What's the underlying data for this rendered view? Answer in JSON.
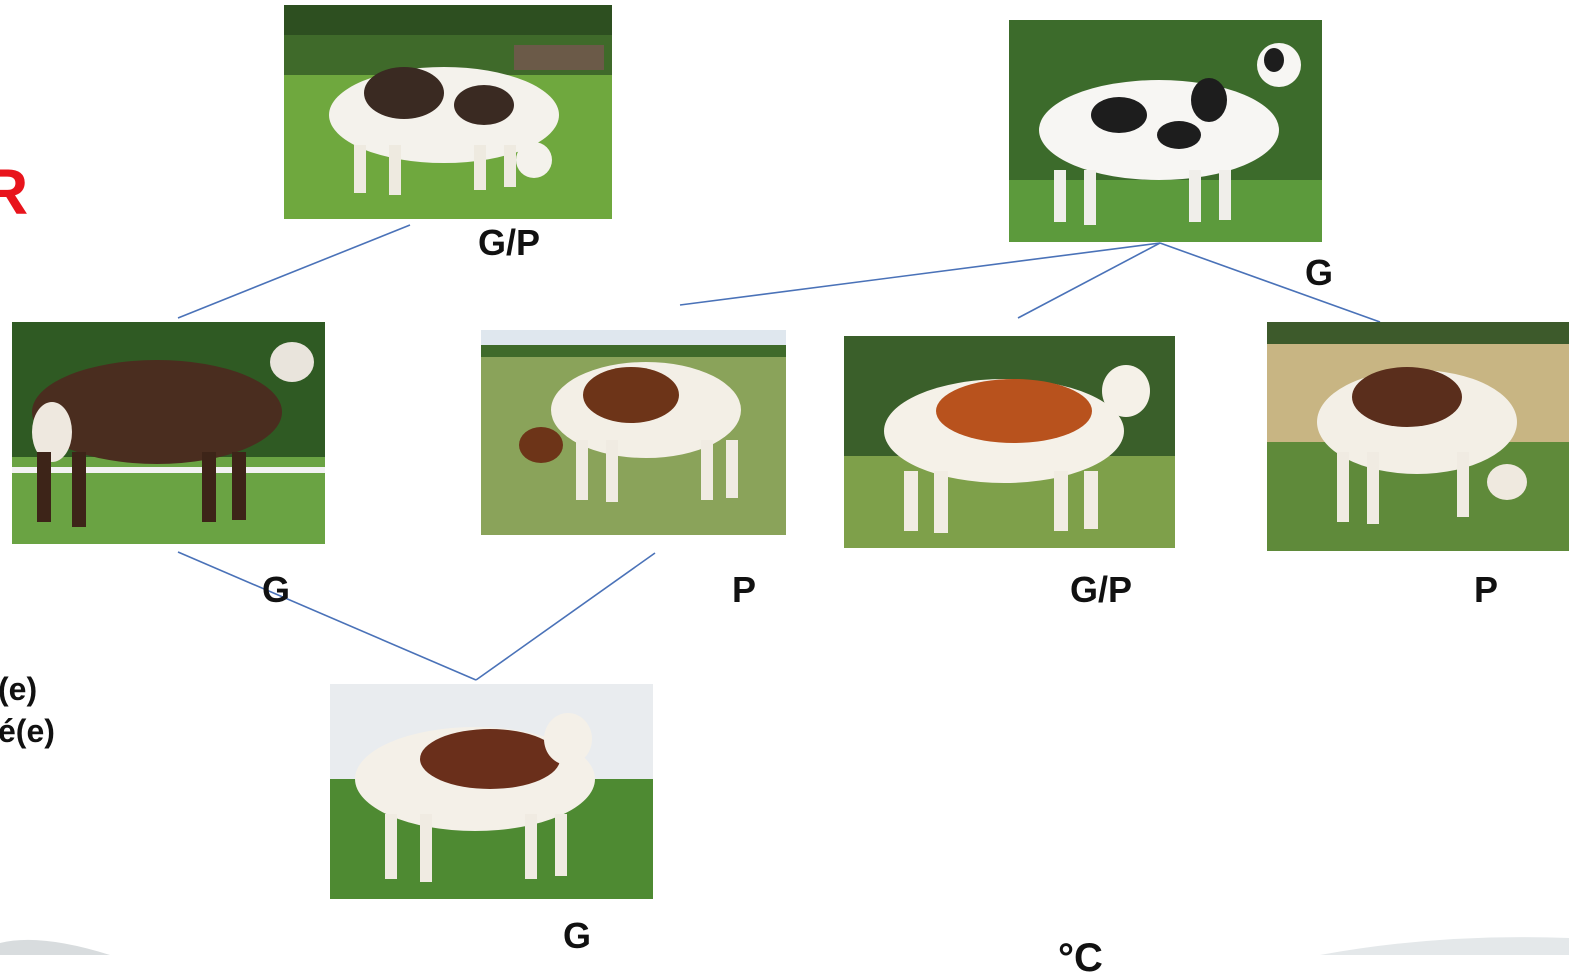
{
  "labels": {
    "top_left_cow": "G/P",
    "top_right_bull": "G",
    "middle_bull": "G",
    "middle_cow_2": "P",
    "middle_cow_3": "G/P",
    "middle_cow_4": "P",
    "bottom_cow": "G"
  },
  "side_text": {
    "line1": "(e)",
    "line2": "é(e)",
    "red_mark": "R",
    "bottom_partial": "°C"
  },
  "colors": {
    "connector": "#4a72b8",
    "accent_red": "#e8141c",
    "label": "#111111"
  }
}
